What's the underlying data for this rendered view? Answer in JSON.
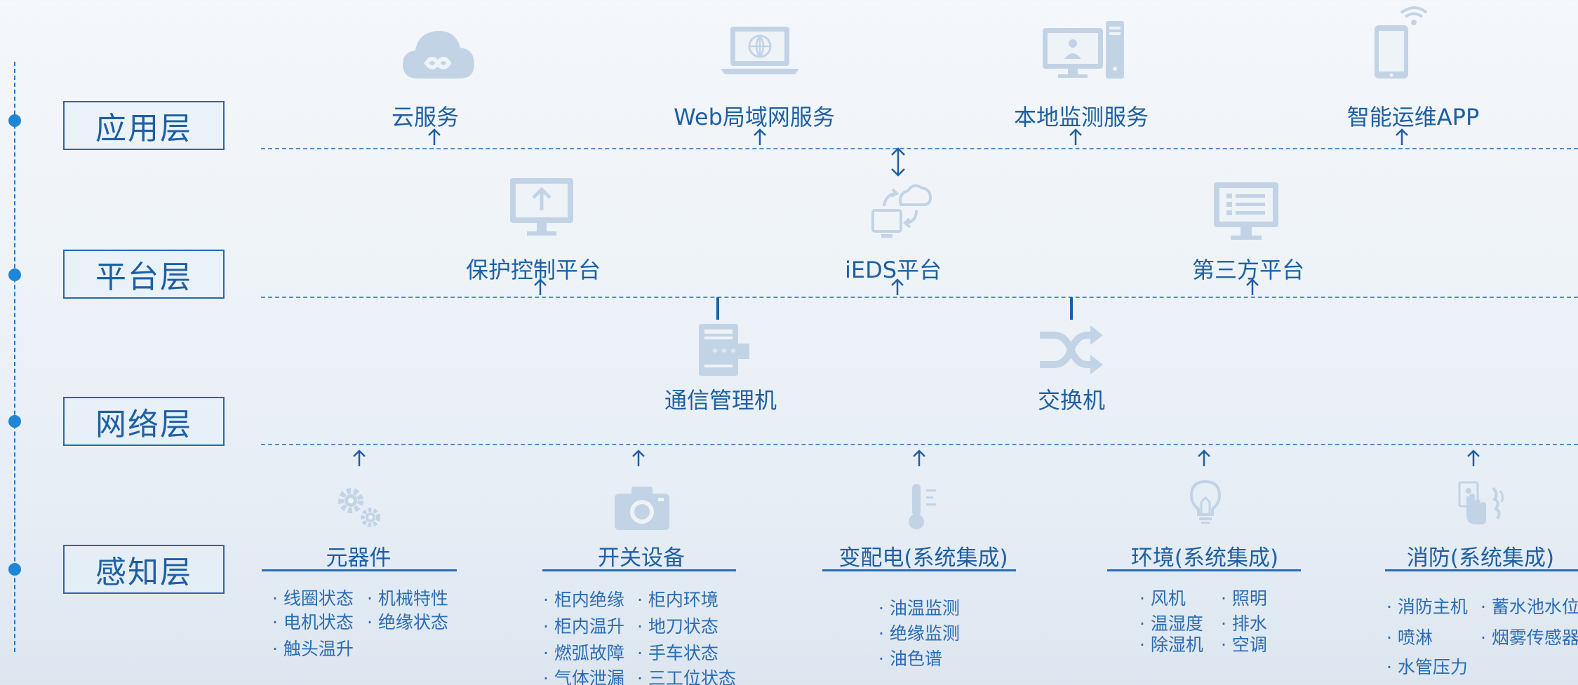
{
  "layers": [
    {
      "label": "应用层"
    },
    {
      "label": "平台层"
    },
    {
      "label": "网络层"
    },
    {
      "label": "感知层"
    }
  ],
  "application": {
    "items": [
      {
        "label": "云服务",
        "icon": "cloud-icon"
      },
      {
        "label": "Web局域网服务",
        "icon": "laptop-globe-icon"
      },
      {
        "label": "本地监测服务",
        "icon": "desktop-tower-icon"
      },
      {
        "label": "智能运维APP",
        "icon": "mobile-wifi-icon"
      }
    ]
  },
  "platform": {
    "items": [
      {
        "label": "保护控制平台",
        "icon": "monitor-upload-icon"
      },
      {
        "label": "iEDS平台",
        "icon": "cloud-sync-computer-icon"
      },
      {
        "label": "第三方平台",
        "icon": "monitor-list-icon"
      }
    ]
  },
  "network": {
    "items": [
      {
        "label": "通信管理机",
        "icon": "comm-device-icon"
      },
      {
        "label": "交换机",
        "icon": "shuffle-icon"
      }
    ]
  },
  "perception": {
    "categories": [
      {
        "title": "元器件",
        "icon": "gears-icon",
        "items": [
          "· 线圈状态",
          "· 机械特性",
          "· 电机状态",
          "· 绝缘状态",
          "· 触头温升"
        ]
      },
      {
        "title": "开关设备",
        "icon": "camera-icon",
        "items": [
          "· 柜内绝缘",
          "· 柜内环境",
          "· 柜内温升",
          "· 地刀状态",
          "· 燃弧故障",
          "· 手车状态",
          "· 气体泄漏",
          "· 三工位状态"
        ]
      },
      {
        "title": "变配电(系统集成)",
        "icon": "thermometer-icon",
        "items": [
          "· 油温监测",
          "· 绝缘监测",
          "· 油色谱"
        ]
      },
      {
        "title": "环境(系统集成)",
        "icon": "lightbulb-icon",
        "items": [
          "· 风机",
          "· 照明",
          "· 温湿度",
          "· 排水",
          "· 除湿机",
          "· 空调"
        ]
      },
      {
        "title": "消防(系统集成)",
        "icon": "fire-alarm-icon",
        "items": [
          "· 消防主机",
          "· 蓄水池水位",
          "· 喷淋",
          "· 烟雾传感器",
          "· 水管压力"
        ]
      }
    ]
  },
  "colors": {
    "primary": "#1e5fa3",
    "dot": "#1f86d6",
    "icon": "#c3d3e6",
    "dashed": "#5b8cc0"
  }
}
